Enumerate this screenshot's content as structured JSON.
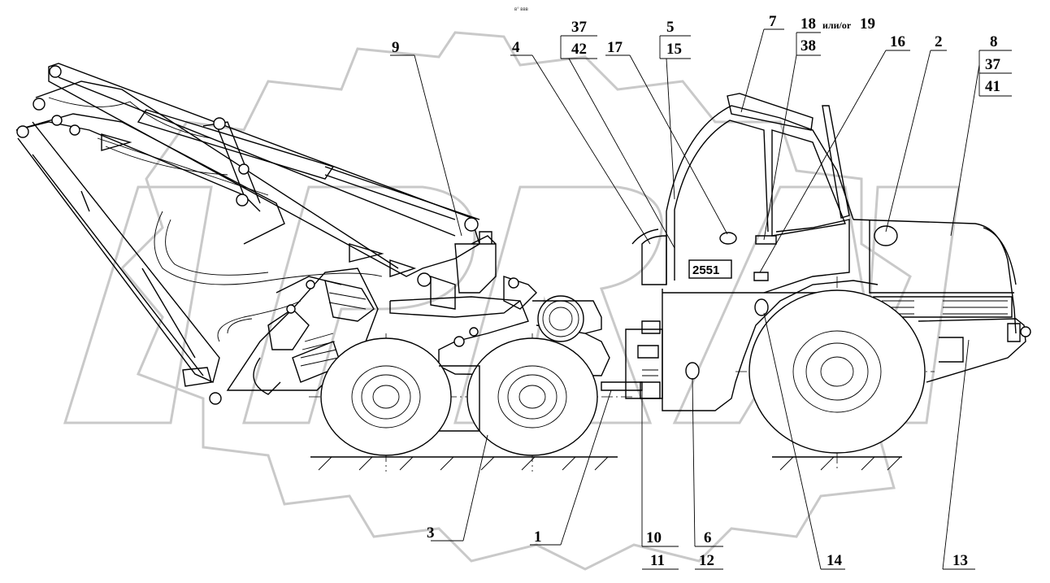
{
  "header_text": "в° ввв",
  "plate_number": "2551",
  "joiner": "или/or",
  "callouts": {
    "c1": "1",
    "c2": "2",
    "c3": "3",
    "c4": "4",
    "c5": "5",
    "c6": "6",
    "c7": "7",
    "c8": "8",
    "c9": "9",
    "c10": "10",
    "c11": "11",
    "c12": "12",
    "c13": "13",
    "c14": "14",
    "c15": "15",
    "c16": "16",
    "c17": "17",
    "c18": "18",
    "c19": "19",
    "c37a": "37",
    "c37b": "37",
    "c38": "38",
    "c41": "41",
    "c42": "42"
  }
}
